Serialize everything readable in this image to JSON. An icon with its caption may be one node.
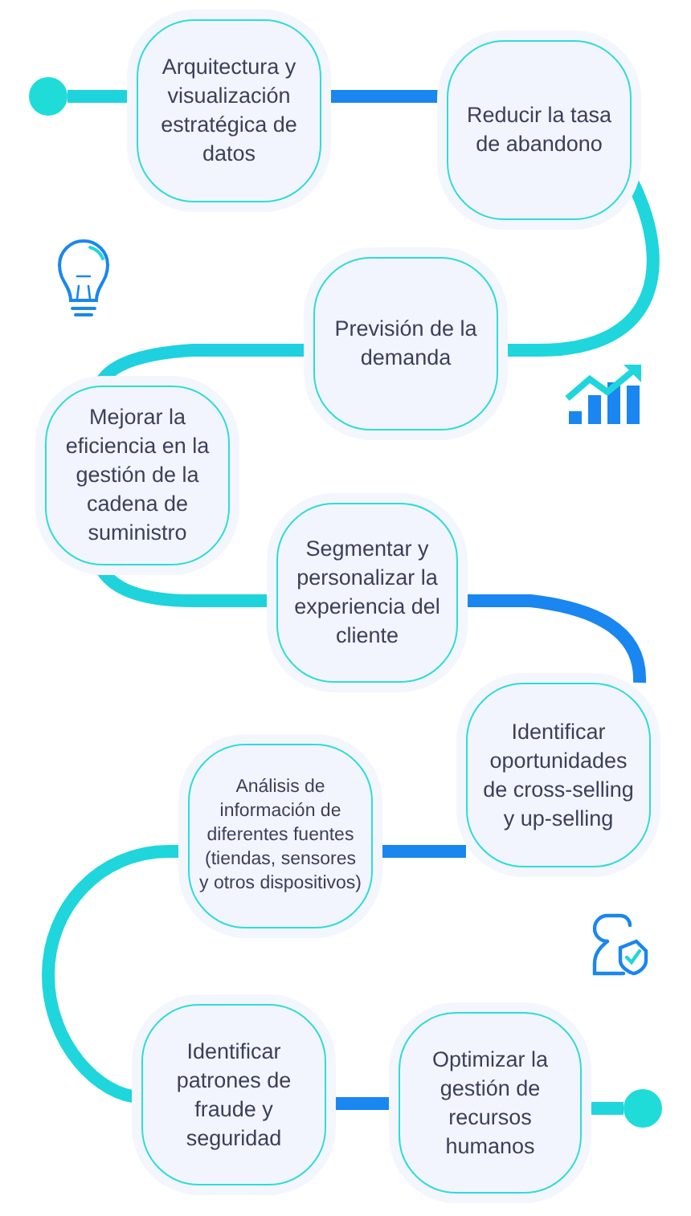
{
  "diagram": {
    "nodes": [
      {
        "text": [],
        "shape": "circle"
      },
      {
        "text": [
          "Arquitectura y visualización estratégica de datos"
        ]
      },
      {
        "text": [
          "Reducir la tasa de abandono"
        ]
      },
      {
        "text": [
          "Previsión de la demanda"
        ]
      },
      {
        "text": [
          "Mejorar la eficiencia en la gestión de la cadena de suministro"
        ]
      },
      {
        "text": [
          "Segmentar y personalizar la experiencia del cliente"
        ]
      },
      {
        "text": [
          "Identificar oportunidades de cross-selling y up-selling"
        ]
      },
      {
        "text": [
          "Análisis de información de diferentes fuentes (tiendas, sensores y otros dispositivos)"
        ]
      },
      {
        "text": [
          "Identificar patrones de fraude y seguridad"
        ]
      },
      {
        "text": [
          "Optimizar la gestión de recursos humanos"
        ]
      },
      {
        "text": [],
        "shape": "circle"
      }
    ],
    "edges": [
      {
        "from": 0,
        "to": 1,
        "arrow": "none"
      },
      {
        "from": 1,
        "to": 2,
        "arrow": "none"
      },
      {
        "from": 2,
        "to": 3,
        "arrow": "none"
      },
      {
        "from": 3,
        "to": 4,
        "arrow": "none"
      },
      {
        "from": 4,
        "to": 5,
        "arrow": "none"
      },
      {
        "from": 5,
        "to": 6,
        "arrow": "none"
      },
      {
        "from": 6,
        "to": 7,
        "arrow": "none"
      },
      {
        "from": 7,
        "to": 8,
        "arrow": "none"
      },
      {
        "from": 8,
        "to": 9,
        "arrow": "none"
      },
      {
        "from": 9,
        "to": 10,
        "arrow": "none"
      }
    ]
  }
}
